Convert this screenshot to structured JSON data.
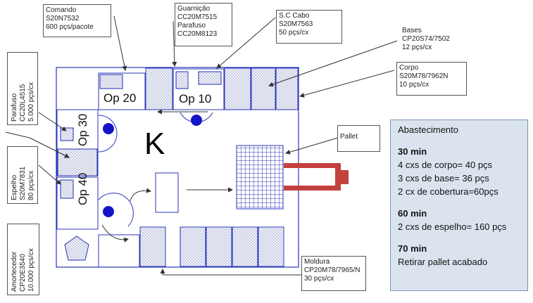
{
  "labels": {
    "comando": [
      "Comando",
      "S20N7532",
      "600 pçs/pacote"
    ],
    "guarnicao": [
      "Guarnição",
      "CC20M7515",
      "Parafuso",
      "CC20M8123"
    ],
    "sc_cabo": [
      "S.C Cabo",
      "S20M7563",
      "50 pçs/cx"
    ],
    "bases": [
      "Bases",
      "CP20S74/7502",
      "12 pçs/cx"
    ],
    "corpo": [
      "Corpo",
      "S20M78/7962N",
      "10 pçs/cx"
    ],
    "pallet": "Pallet",
    "moldura": [
      "Moldura",
      "CP20M78/7965/N",
      "30 pçs/cx"
    ],
    "parafuso_left": [
      "Parafuso",
      "CC20L4515",
      "5.000 pçs/cx"
    ],
    "espelho": [
      "Espelho",
      "S20M7831",
      "80 pçs/cx"
    ],
    "amortecedor": [
      "Amortecedor",
      "CP20E3540",
      "10.000 pçs/cx"
    ]
  },
  "operations": {
    "op10": "Op 10",
    "op20": "Op 20",
    "op30": "Op 30",
    "op40": "Op 40"
  },
  "cell_label": "K",
  "supply": {
    "title": "Abastecimento",
    "sections": [
      {
        "time": "30 min",
        "lines": [
          "4 cxs de corpo= 40 pçs",
          "3 cxs de base= 36 pçs",
          "2 cx de cobertura=60pçs"
        ]
      },
      {
        "time": "60 min",
        "lines": [
          "2 cxs de espelho= 160 pçs"
        ]
      },
      {
        "time": "70 min",
        "lines": [
          "Retirar pallet acabado"
        ]
      }
    ]
  },
  "colors": {
    "outline": "#2a36b8",
    "station_dot": "#1515c8",
    "forklift": "#c2403e",
    "pallet_grid": "#2a36b8",
    "supply_bg": "#dbe4ee"
  }
}
